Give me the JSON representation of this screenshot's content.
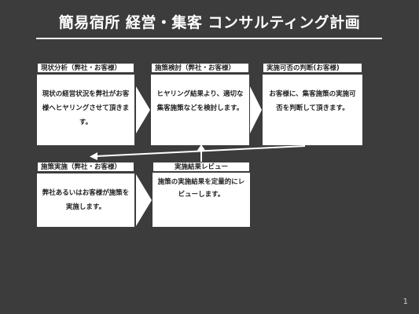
{
  "title": "簡易宿所 経営・集客 コンサルティング計画",
  "steps": [
    {
      "label": "現状分析（弊社・お客様）",
      "text": "現状の経営状況を弊社がお客様へヒヤリングさせて頂きます。"
    },
    {
      "label": "施策検討（弊社・お客様）",
      "text": "ヒヤリング結果より、適切な集客施策などを検討します。"
    },
    {
      "label": "実施可否の判断(お客様)",
      "text": "お客様に、集客施策の実施可否を判断して頂きます。"
    },
    {
      "label": "施策実施（弊社・お客様）",
      "text": "弊社あるいはお客様が施策を実施します。"
    },
    {
      "label": "実施結果レビュー",
      "text": "施策の実施結果を定量的にレビューします。"
    }
  ],
  "page_number": "1"
}
